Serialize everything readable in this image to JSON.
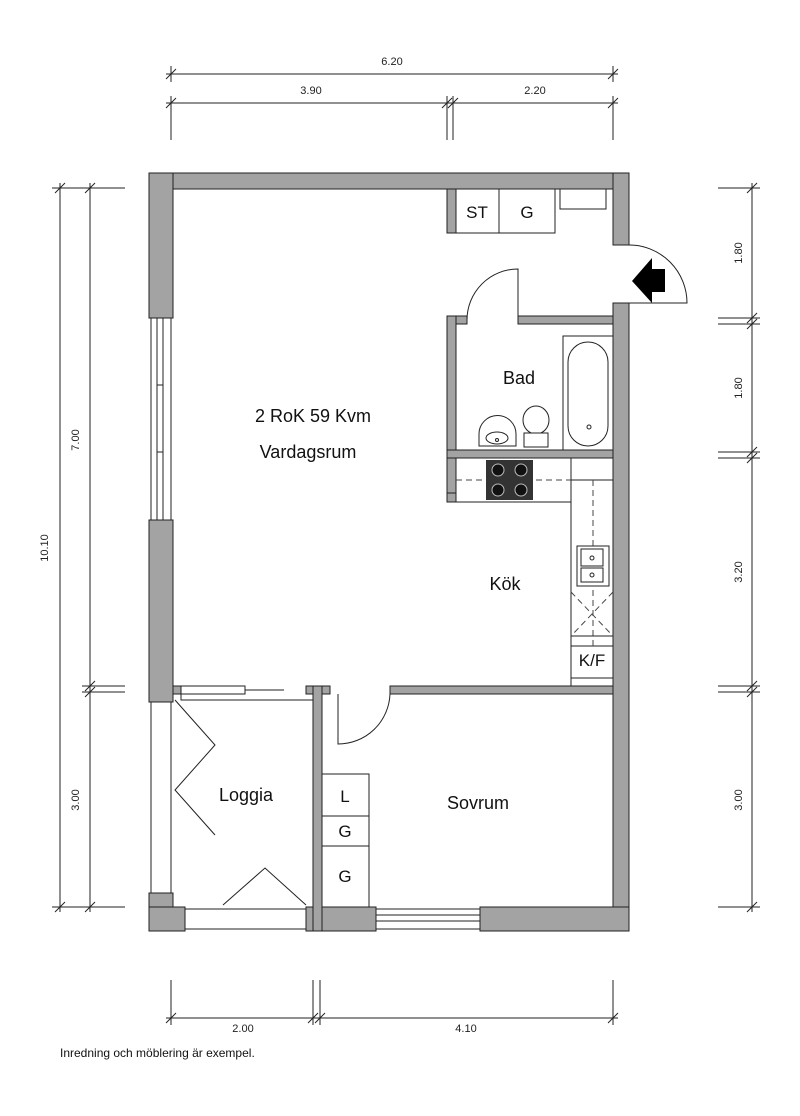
{
  "plan": {
    "summary": "2 RoK 59 Kvm",
    "rooms": {
      "living": "Vardagsrum",
      "kitchen": "Kök",
      "bath": "Bad",
      "bedroom": "Sovrum",
      "loggia": "Loggia"
    },
    "fixtures": {
      "st": "ST",
      "g_hall": "G",
      "kf": "K/F",
      "l": "L",
      "g_bed_1": "G",
      "g_bed_2": "G"
    },
    "dimensions": {
      "top_total": "6.20",
      "top_left": "3.90",
      "top_right": "2.20",
      "bottom_left": "2.00",
      "bottom_right": "4.10",
      "left_total": "10.10",
      "left_upper": "7.00",
      "left_lower": "3.00",
      "right_1": "1.80",
      "right_2": "1.80",
      "right_3": "3.20",
      "right_4": "3.00"
    },
    "entrance_icon": "entrance-arrow-icon"
  },
  "footer": {
    "note": "Inredning och möblering är exempel."
  }
}
